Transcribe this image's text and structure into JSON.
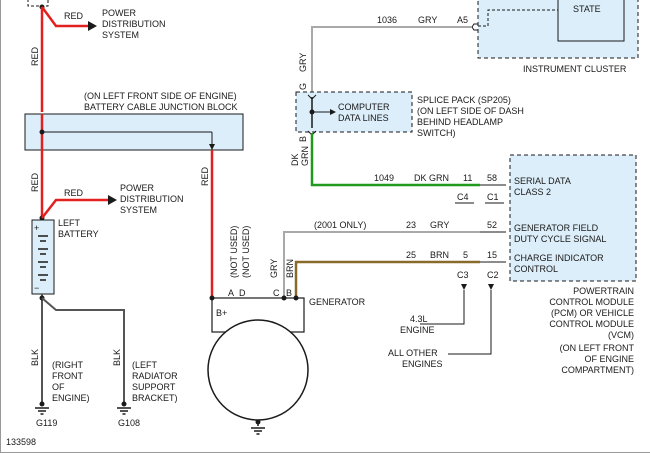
{
  "figure_id": "133598",
  "colors": {
    "red_wire": "#e32020",
    "gray_wire": "#a9a9a9",
    "dkgrn_wire": "#1f9a1f",
    "brn_wire": "#8a6a2a",
    "blk_wire": "#555555",
    "module_fill": "#dceef9",
    "ink": "#1a1a1a"
  },
  "top": {
    "red": "RED",
    "power_dist_1": "POWER",
    "power_dist_2": "DISTRIBUTION",
    "power_dist_3": "SYSTEM",
    "left_red": "RED"
  },
  "instrument_cluster": {
    "state_label": "STATE",
    "name": "INSTRUMENT CLUSTER",
    "pin": "A5",
    "wire_num": "1036",
    "wire_color": "GRY"
  },
  "junction_block": {
    "line1": "(ON LEFT FRONT SIDE OF ENGINE)",
    "line2": "BATTERY CABLE JUNCTION BLOCK"
  },
  "splice": {
    "wire_g": "GRY",
    "letter_g": "G",
    "letter_b": "B",
    "wire_b1": "DK",
    "wire_b2": "GRN",
    "inner1": "COMPUTER",
    "inner2": "DATA LINES",
    "label1": "SPLICE PACK (SP205)",
    "label2": "(ON LEFT SIDE OF DASH",
    "label3": "BEHIND HEADLAMP",
    "label4": "SWITCH)"
  },
  "battery": {
    "red_up": "RED",
    "red_right": "RED",
    "power_dist_1": "POWER",
    "power_dist_2": "DISTRIBUTION",
    "power_dist_3": "SYSTEM",
    "label1": "LEFT",
    "label2": "BATTERY",
    "plus": "+",
    "minus": "−"
  },
  "grounds": {
    "blk_a": "BLK",
    "blk_b": "BLK",
    "desc_a1": "(RIGHT",
    "desc_a2": "FRONT",
    "desc_a3": "OF",
    "desc_a4": "ENGINE)",
    "desc_b1": "(LEFT",
    "desc_b2": "RADIATOR",
    "desc_b3": "SUPPORT",
    "desc_b4": "BRACKET)",
    "g_a": "G119",
    "g_b": "G108"
  },
  "generator": {
    "name": "GENERATOR",
    "red": "RED",
    "not_used_1": "(NOT USED)",
    "not_used_2": "(NOT USED)",
    "gry": "GRY",
    "brn": "BRN",
    "pin_a": "A",
    "pin_d": "D",
    "pin_c": "C",
    "pin_b": "B",
    "pin_bplus": "B+"
  },
  "pcm": {
    "circuit_1049": "1049",
    "color_1049": "DK GRN",
    "pin_11": "11",
    "pin_58": "58",
    "serial1": "SERIAL DATA",
    "serial2": "CLASS 2",
    "c4": "C4",
    "c1": "C1",
    "only_2001": "(2001 ONLY)",
    "circuit_23": "23",
    "color_23": "GRY",
    "pin_52": "52",
    "gen_field1": "GENERATOR FIELD",
    "gen_field2": "DUTY CYCLE SIGNAL",
    "circuit_25": "25",
    "color_25": "BRN",
    "pin_5": "5",
    "pin_15": "15",
    "charge1": "CHARGE INDICATOR",
    "charge2": "CONTROL",
    "c3": "C3",
    "c2": "C2",
    "engine_43_1": "4.3L",
    "engine_43_2": "ENGINE",
    "all_other_1": "ALL OTHER",
    "all_other_2": "ENGINES",
    "name1": "POWERTRAIN",
    "name2": "CONTROL MODULE",
    "name3": "(PCM) OR VEHICLE",
    "name4": "CONTROL MODULE",
    "name5": "(VCM)",
    "loc1": "(ON LEFT FRONT",
    "loc2": "OF ENGINE",
    "loc3": "COMPARTMENT)"
  }
}
